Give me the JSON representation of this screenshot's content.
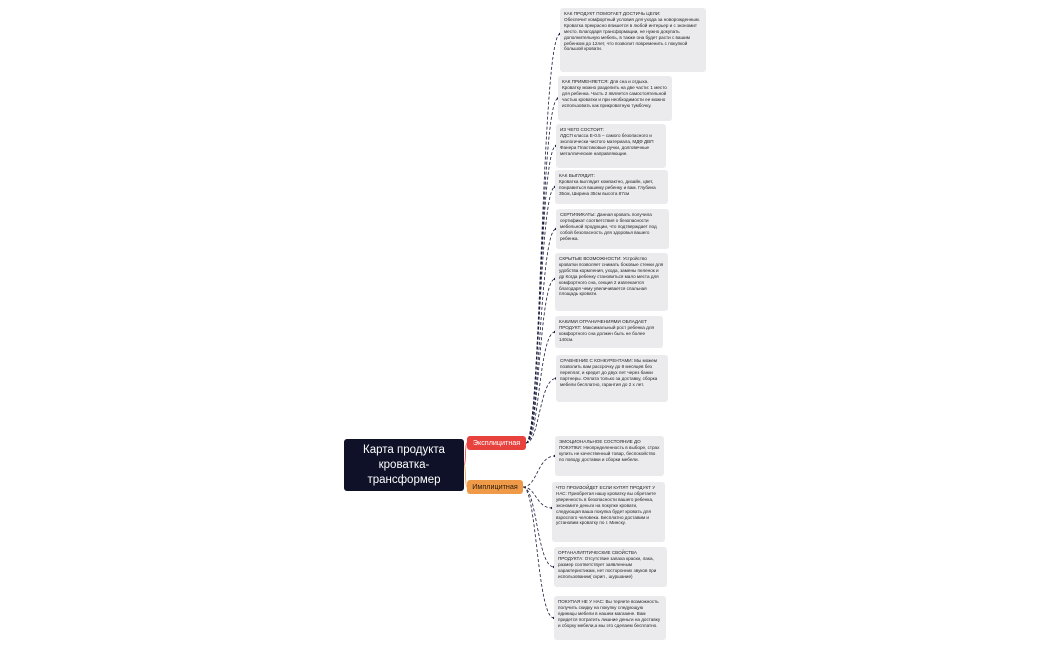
{
  "root": {
    "title": "Карта продукта кроватка-трансформер"
  },
  "branches": {
    "explicit": {
      "label": "Эксплицитная",
      "color": "#e8423e"
    },
    "implicit": {
      "label": "Имплицитная",
      "color": "#ee9a48"
    }
  },
  "explicit_cards": [
    {
      "text": "   КАК ПРОДУКТ ПОМОГАЕТ ДОСТИЧЬ ЦЕЛИ:\nОбеспечит комфортный условия для ухода за новорожденным. Кроватка прекрасно впишется в любой интерьер и с экономит место. Благодаря трансформации, не нужно докупать дополнительную мебель, в также она будет расти с вашим ребенком до 12лет, что позволит повременить с покупкой большой кровати."
    },
    {
      "text": "КАК ПРИМЕНЯЕТСЯ: Для сна и отдыха. Кроватку можно разделить на две части: 1 место для ребенка. Часть 2 является самостоятельной частью кроватки и при необходимости ее можно использовать как прикроватную тумбочку."
    },
    {
      "text": " ИЗ ЧЕГО СОСТОИТ:\nЛДСП класса Е-0.5 – самого безопасного и экологически чистого материала, МДФ ДВП Фанера Пластиковые ручки, долговечные металлические направляющие."
    },
    {
      "text": "КАК ВЫГЛЯДИТ:\nКроватка выглядит компактно, дизайн, цвет, понравиться вашему ребенку и вам. Глубина 35см, Ширина 35см высота 87см"
    },
    {
      "text": "СЕРТИФИКАТЫ: Данная кровать получила сертификат соответствия о безопасности мебельной продукции, что подтверждает под собой  безопасность для здоровья вашего ребенка."
    },
    {
      "text": "СКРЫТЫЕ ВОЗМОЖНОСТИ: Устройство кроватки позволяет снимать боковые стенки для удобства кормления, ухода, замены пеленок и др Когда ребенку становиться мало места для комфортного сна, секция 2 извлекается благодаря чему увеличивается спальная площадь кровати."
    },
    {
      "text": "КАКИМИ ОГРАНИЧЕНИЯМИ ОБЛАДАЕТ ПРОДУКТ: Максимальный рост ребенка для комфортного сна должен быть не более 140см."
    },
    {
      "text": "СРАВНЕНИЕ С КОНКУРЕНТАМИ: Мы можем позволить вам рассрочку до 8 месяцев без переплат, и кредит до двух лет через банки партнеры. Оплата только за доставку, сборка мебели бесплатно, гарантия до 2 х лет."
    }
  ],
  "implicit_cards": [
    {
      "text": "ЭМОЦИОНАЛЬНОЕ СОСТОЯНИЕ ДО ПОКУПКИ: Неопределенность в выборе, страх купить не качественный товар, беспокойство по поводу доставки и сборки мебели."
    },
    {
      "text": "ЧТО ПРОИЗОЙДЕТ ЕСЛИ КУПЯТ ПРОДУКТ У НАС: Приобретая нашу кроватку вы обретаете уверенность в безопасности вашего ребенка, экономите деньги на покупке кровати, следующая ваша покупка будет кровать для взрослого человека. Бесплатно доставим и установим кроватку по г. Минску."
    },
    {
      "text": "ОРГАНАЛИПТИЧЕСКИЕ СВОЙСТВА ПРОДУКТА: Отсутствие запаха краски, лака, размер соответствует заявленным характеристикам, нет посторонних звуков при использовании( скрип , шуршание)"
    },
    {
      "text": "ПОКУПАЯ НЕ У НАС: Вы теряете возможность получить скидку на покупку следующую единицы мебели в нашем магазине. Вам придется потратить лишние деньги на доставку и сборку мебели,а мы это сделаем бесплатно."
    }
  ]
}
